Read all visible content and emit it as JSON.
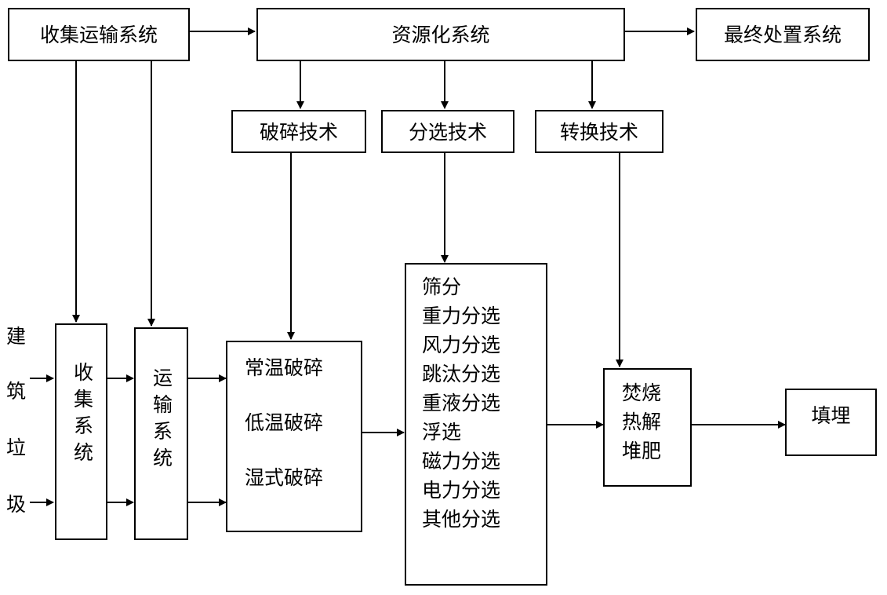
{
  "top": {
    "collect_transport": "收集运输系统",
    "resource": "资源化系统",
    "final": "最终处置系统"
  },
  "tech": {
    "crush": "破碎技术",
    "sort": "分选技术",
    "convert": "转换技术"
  },
  "side_label": [
    "建",
    "筑",
    "垃",
    "圾"
  ],
  "collect_system": [
    "收",
    "集",
    "系",
    "统"
  ],
  "transport_system": [
    "运",
    "输",
    "系",
    "统"
  ],
  "crushing": [
    "常温破碎",
    "低温破碎",
    "湿式破碎"
  ],
  "sorting": [
    "筛分",
    "重力分选",
    "风力分选",
    "跳汰分选",
    "重液分选",
    "浮选",
    "磁力分选",
    "电力分选",
    "其他分选"
  ],
  "conversion": [
    "焚烧",
    "热解",
    "堆肥"
  ],
  "landfill": "填埋"
}
